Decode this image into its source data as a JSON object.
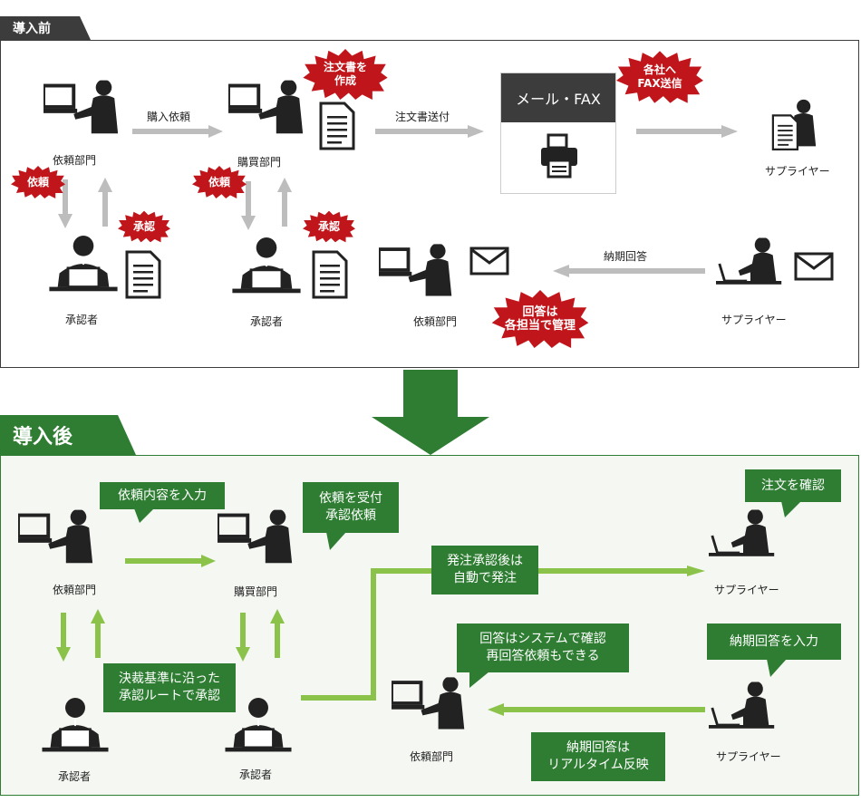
{
  "before": {
    "tab_label": "導入前",
    "nodes": {
      "request_dept": "依頼部門",
      "purchasing_dept": "購買部門",
      "approver_left": "承認者",
      "approver_right": "承認者",
      "supplier_top": "サプライヤー",
      "supplier_bottom": "サプライヤー",
      "request_dept_bottom": "依頼部門"
    },
    "arrows": {
      "purchase_request": "購入依頼",
      "order_sent": "注文書送付",
      "delivery_reply": "納期回答"
    },
    "mail_fax": "メール・FAX",
    "bursts": {
      "create_order": "注文書を\n作成",
      "each_company": "各社へ\nFAX送信",
      "request_left": "依頼",
      "approve_left": "承認",
      "request_right": "依頼",
      "approve_right": "承認",
      "managed": "回答は\n各担当で管理"
    },
    "colors": {
      "accent": "#c0161b",
      "tab": "#3c3c3c",
      "arrow": "#bdbdbd"
    }
  },
  "after": {
    "tab_label": "導入後",
    "nodes": {
      "request_dept": "依頼部門",
      "purchasing_dept": "購買部門",
      "approver_left": "承認者",
      "approver_right": "承認者",
      "supplier_top": "サプライヤー",
      "supplier_bottom": "サプライヤー",
      "request_dept_bottom": "依頼部門"
    },
    "callouts": {
      "enter_request": "依頼内容を入力",
      "receive_request": "依頼を受付\n承認依頼",
      "auto_order": "発注承認後は\n自動で発注",
      "confirm_order": "注文を確認",
      "system_confirm": "回答はシステムで確認\n再回答依頼もできる",
      "enter_delivery": "納期回答を入力",
      "approval_route": "決裁基準に沿った\n承認ルートで承認",
      "realtime": "納期回答は\nリアルタイム反映"
    },
    "colors": {
      "accent": "#2e7d32",
      "arrow": "#8bc34a",
      "panel_bg": "#f4f7f2"
    }
  }
}
